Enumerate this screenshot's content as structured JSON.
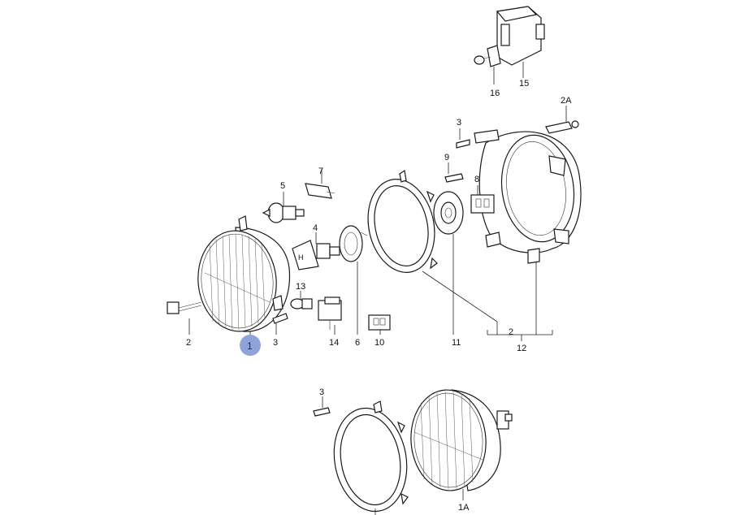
{
  "callouts": {
    "c1": "1",
    "c1A": "1A",
    "c2_screw": "2",
    "c2_group": "2",
    "c2A": "2A",
    "c3_left": "3",
    "c3_top": "3",
    "c3_bottom": "3",
    "c4": "4",
    "c5": "5",
    "c6": "6",
    "c7": "7",
    "c8": "8",
    "c9": "9",
    "c10": "10",
    "c11": "11",
    "c12": "12",
    "c13": "13",
    "c14": "14",
    "c15": "15",
    "c16": "16"
  },
  "selected_part": "1",
  "colors": {
    "highlight": "#8fa3d8",
    "line": "#222222"
  }
}
